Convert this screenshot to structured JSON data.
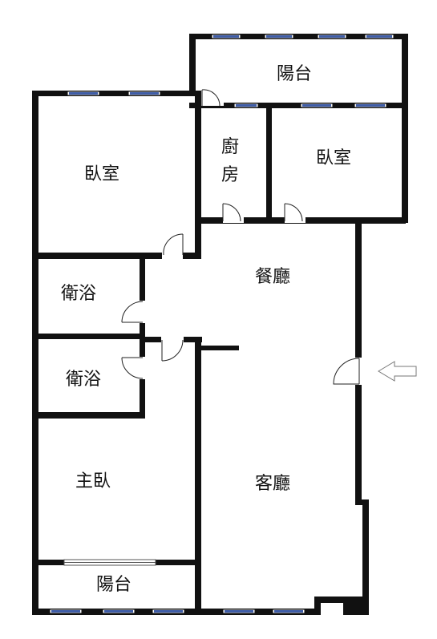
{
  "rooms": {
    "balcony_top": "陽台",
    "bedroom_left": "臥室",
    "kitchen_line1": "廚",
    "kitchen_line2": "房",
    "bedroom_right": "臥室",
    "dining": "餐廳",
    "bath_upper": "衛浴",
    "bath_lower": "衛浴",
    "master_bedroom": "主臥",
    "living": "客廳",
    "balcony_bottom": "陽台"
  },
  "icons": {
    "entrance": "entrance-arrow-icon"
  },
  "colors": {
    "wall": "#111111",
    "window_glass": "#3f5da8",
    "background": "#ffffff"
  }
}
